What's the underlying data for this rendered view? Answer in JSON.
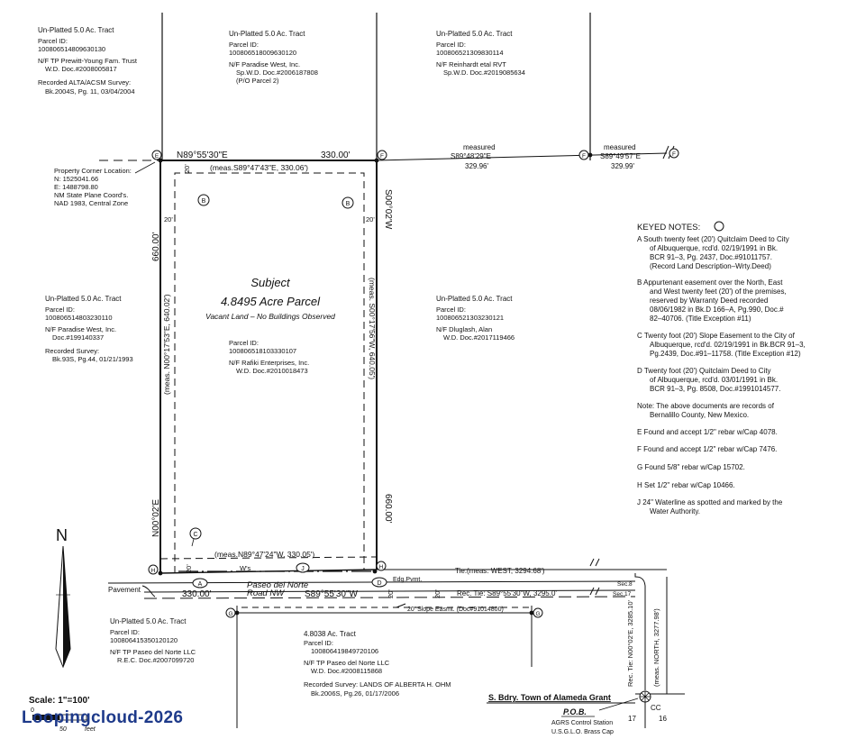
{
  "top_left_tract": {
    "title": "Un-Platted 5.0 Ac. Tract",
    "parcel_label": "Parcel ID:",
    "parcel_id": "100806514809630130",
    "owner": "N/F TP Prewitt-Young Fam. Trust",
    "doc": "W.D. Doc.#2008005817",
    "survey": "Recorded ALTA/ACSM Survey:",
    "survey_ref": "Bk.2004S, Pg. 11, 03/04/2004"
  },
  "top_mid_tract": {
    "title": "Un-Platted 5.0 Ac. Tract",
    "parcel_label": "Parcel ID:",
    "parcel_id": "100806518009630120",
    "owner": "N/F Paradise West, Inc.",
    "doc": "Sp.W.D. Doc.#2006187808",
    "note": "(P/O Parcel 2)"
  },
  "top_right_tract": {
    "title": "Un-Platted 5.0 Ac. Tract",
    "parcel_label": "Parcel ID:",
    "parcel_id": "100806521309830114",
    "owner": "N/F Reinhardt etal RVT",
    "doc": "Sp.W.D. Doc.#2019085634"
  },
  "mid_left_tract": {
    "title": "Un-Platted 5.0 Ac. Tract",
    "parcel_label": "Parcel ID:",
    "parcel_id": "100806514803230110",
    "owner": "N/F Paradise West, Inc.",
    "doc": "Doc.#199140337",
    "survey": "Recorded Survey:",
    "survey_ref": "Bk.93S, Pg.44, 01/21/1993"
  },
  "mid_right_tract": {
    "title": "Un-Platted 5.0 Ac. Tract",
    "parcel_label": "Parcel ID:",
    "parcel_id": "100806521303230121",
    "owner": "N/F Dluglash, Alan",
    "doc": "W.D. Doc.#2017119466"
  },
  "bottom_left_tract": {
    "title": "Un-Platted 5.0 Ac. Tract",
    "parcel_label": "Parcel ID:",
    "parcel_id": "100806415350120120",
    "owner": "N/F TP Paseo del Norte LLC",
    "doc": "R.E.C. Doc.#2007099720"
  },
  "bottom_mid_tract": {
    "title": "4.8038 Ac. Tract",
    "parcel_label": "Parcel ID:",
    "parcel_id": "100806419849720106",
    "owner": "N/F TP Paseo del Norte LLC",
    "doc": "W.D. Doc.#2008115868",
    "survey": "Recorded Survey: LANDS OF ALBERTA H. OHM",
    "survey_ref": "Bk.2006S, Pg.26, 01/17/2006"
  },
  "corner_location": {
    "title": "Property Corner Location:",
    "north": "N:  1525041.66",
    "east": "E:  1488798.80",
    "system": "NM State Plane Coord's.",
    "datum": "NAD 1983, Central Zone"
  },
  "subject": {
    "title": "Subject",
    "acreage": "4.8495 Acre Parcel",
    "note": "Vacant Land – No Buildings Observed",
    "parcel_label": "Parcel ID:",
    "parcel_id": "100806518103330107",
    "owner": "N/F Rafiki Enterprises, Inc.",
    "doc": "W.D. Doc.#2010018473"
  },
  "bearings": {
    "north_line": "N89°55'30\"E",
    "north_dist": "330.00'",
    "north_meas": "(meas.S89°47'43\"E, 330.06')",
    "east_line": "S00°02'W",
    "east_dist": "660.00'",
    "east_meas": "(meas. S00°17'56\"W, 640.05')",
    "west_dist": "660.00'",
    "west_meas": "(meas. N00°17'53\"E, 640.02')",
    "west_line": "N00°02'E",
    "south_meas": "(meas.N89°47'24\"W, 330.05')",
    "south_dist": "330.00'",
    "south_line": "S89°55'30\"W",
    "measured_1": "measured",
    "measured_1_bearing": "S89°48'29\"E",
    "measured_1_dist": "329.96'",
    "measured_2": "measured",
    "measured_2_bearing": "S89°49'57\"E",
    "measured_2_dist": "329.99'"
  },
  "easements": {
    "twenty_1": "20'",
    "twenty_2": "20'",
    "twenty_3": "20'",
    "twenty_4": "20'",
    "twenty_5": "20'",
    "twenty_6": "20'",
    "ws": "W's",
    "slope_easement": "20' Slope Easmt. (Doc#91014800)",
    "edge_pavement": "Edg.Pvmt."
  },
  "road": {
    "pavement": "Pavement",
    "name": "Paseo del Norte",
    "type": "Road NW",
    "tie_meas": "Tie:(meas. WEST, 3294.68')",
    "rec_tie": "Rec. Tie: S89°55'30\"W, 3295.0'",
    "sec8": "Sec.8",
    "sec17": "Sec.17",
    "ne_tie": "Rec. Tie: N00°02'E, 3285.10'",
    "ne_meas": "(meas. NORTH, 3277.98')"
  },
  "keyed_notes": {
    "title": "KEYED NOTES:",
    "A": [
      "A  South twenty feet (20') Quitclaim Deed to City",
      "of Albuquerque, rcd'd. 02/19/1991 in Bk.",
      "BCR 91–3, Pg. 2437, Doc.#91011757.",
      "(Record Land Description–Wrty.Deed)"
    ],
    "B": [
      "B  Appurtenant easement over the North, East",
      "and West twenty feet (20') of the premises,",
      "reserved by Warranty Deed recorded",
      "08/06/1982 in Bk.D 166–A, Pg.990, Doc.#",
      "82–40706. (Title Exception #11)"
    ],
    "C": [
      "C  Twenty foot (20') Slope Easement to the City of",
      "Albuquerque, rcd'd. 02/19/1991 in Bk.BCR 91–3,",
      "Pg.2439, Doc.#91–11758. (Title Exception #12)"
    ],
    "D": [
      "D  Twenty foot (20') Quitclaim Deed to City",
      "of Albuquerque, rcd'd. 03/01/1991 in Bk.",
      "BCR 91–3, Pg. 8508, Doc.#1991014577."
    ],
    "note": [
      "Note: The above documents are records of",
      "Bernalillo County, New Mexico."
    ],
    "E": "E   Found and accept 1/2\" rebar w/Cap 4078.",
    "F": "F   Found and accept 1/2\" rebar w/Cap 7476.",
    "G": "G   Found 5/8\" rebar w/Cap 15702.",
    "H": "H   Set 1/2\" rebar w/Cap 10466.",
    "J": [
      "J   24\" Waterline as spotted and marked by the",
      "Water Authority."
    ]
  },
  "markers": {
    "E": "E",
    "F": "F",
    "G": "G",
    "H": "H",
    "A": "A",
    "B": "B",
    "C": "C",
    "D": "D",
    "J": "J"
  },
  "grant": {
    "label": "S. Bdry. Town of Alameda Grant",
    "pob": "P.O.B.",
    "station": "AGRS Control Station",
    "cap": "U.S.G.L.O. Brass Cap",
    "cc": "CC",
    "sec17": "17",
    "sec16": "16"
  },
  "north_arrow": {
    "letter": "N"
  },
  "scale": {
    "label": "Scale: 1\"=100'",
    "zero": "0",
    "fifty": "50",
    "feet": "feet"
  },
  "watermark": "Loopingcloud-2026"
}
